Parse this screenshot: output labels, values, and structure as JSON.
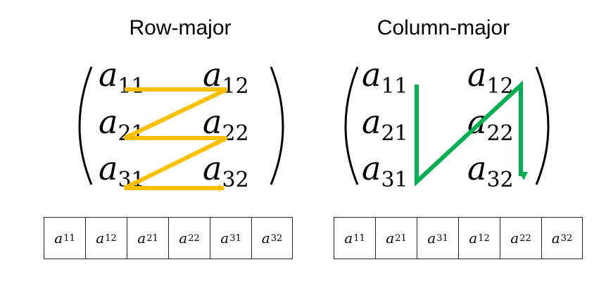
{
  "titles": {
    "left": "Row-major",
    "right": "Column-major"
  },
  "matrix": {
    "symbol": "a",
    "entries": [
      [
        "11",
        "12"
      ],
      [
        "21",
        "22"
      ],
      [
        "31",
        "32"
      ]
    ]
  },
  "arrays": {
    "row_major": [
      "11",
      "12",
      "21",
      "22",
      "31",
      "32"
    ],
    "column_major": [
      "11",
      "21",
      "31",
      "12",
      "22",
      "32"
    ]
  },
  "colors": {
    "row_arrow": "#FFC000",
    "column_arrow": "#00B050"
  }
}
